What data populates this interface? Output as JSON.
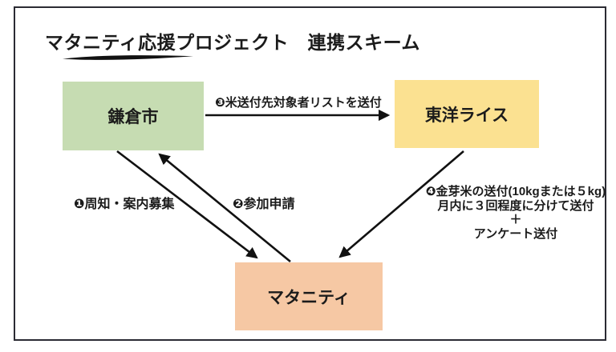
{
  "title": "マタニティ応援プロジェクト　連携スキーム",
  "nodes": {
    "kamakura": {
      "label": "鎌倉市",
      "color": "#c6dcb2"
    },
    "toyo": {
      "label": "東洋ライス",
      "color": "#fbe191"
    },
    "maternity": {
      "label": "マタニティ",
      "color": "#f6c8a4"
    }
  },
  "edges": {
    "announce": {
      "label": "❶周知・案内募集"
    },
    "apply": {
      "label": "❷参加申請"
    },
    "send_list": {
      "label": "❸米送付先対象者リストを送付"
    },
    "delivery": {
      "line1": "❹金芽米の送付(10kgまたは５kg)",
      "line2": "月内に３回程度に分けて送付",
      "line3": "＋",
      "line4": "アンケート送付"
    }
  },
  "colors": {
    "arrow": "#111111",
    "border": "#2b2b33",
    "background": "#ffffff"
  }
}
